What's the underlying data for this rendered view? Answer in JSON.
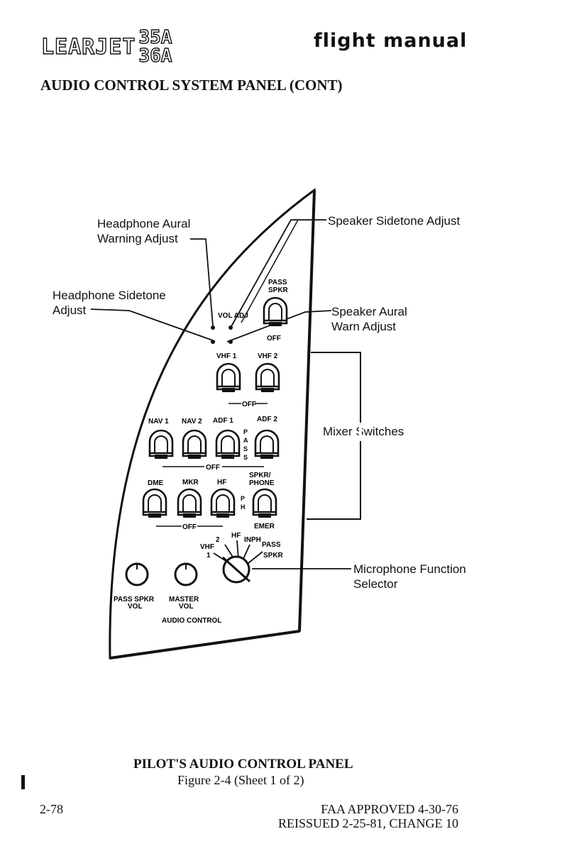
{
  "header": {
    "logo_word": "LEARJET",
    "logo_models": [
      "35A",
      "36A"
    ],
    "manual_title": "flight manual"
  },
  "section_heading": "AUDIO CONTROL SYSTEM PANEL (CONT)",
  "callouts": {
    "headphone_aural": [
      "Headphone Aural",
      "Warning Adjust"
    ],
    "headphone_sidetone": [
      "Headphone Sidetone",
      "Adjust"
    ],
    "speaker_sidetone": "Speaker Sidetone Adjust",
    "speaker_aural": [
      "Speaker Aural",
      "Warn Adjust"
    ],
    "mixer": "Mixer Switches",
    "microphone": [
      "Microphone Function",
      "Selector"
    ]
  },
  "panel": {
    "pass_spkr_top": [
      "PASS",
      "SPKR"
    ],
    "vol_adj": "VOL ADJ",
    "off_label": "OFF",
    "vhf_labels": [
      "VHF 1",
      "VHF 2"
    ],
    "off_dash": "OFF",
    "row2_labels": [
      "NAV 1",
      "NAV 2",
      "ADF 1",
      "ADF 2"
    ],
    "pass_vertical": [
      "P",
      "A",
      "S",
      "S"
    ],
    "row3_labels": [
      "DME",
      "MKR",
      "HF"
    ],
    "spkr_phone": [
      "SPKR/",
      "PHONE"
    ],
    "ph_vertical": [
      "P",
      "H"
    ],
    "emer": "EMER",
    "selector_positions": [
      "VHF",
      "1",
      "2",
      "HF",
      "INPH",
      "PASS",
      "SPKR"
    ],
    "knob_labels": [
      [
        "PASS SPKR",
        "VOL"
      ],
      [
        "MASTER",
        "VOL"
      ]
    ],
    "audio_control": "AUDIO CONTROL"
  },
  "caption": {
    "title": "PILOT'S AUDIO CONTROL PANEL",
    "figure": "Figure 2-4 (Sheet 1 of 2)"
  },
  "footer": {
    "page_number": "2-78",
    "approval_lines": [
      "FAA APPROVED 4-30-76",
      "REISSUED 2-25-81, CHANGE 10"
    ]
  }
}
